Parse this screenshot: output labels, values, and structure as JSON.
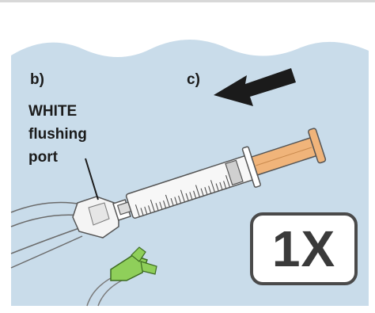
{
  "labels": {
    "step_b": "b)",
    "step_c": "c)",
    "port_line1": "WHITE",
    "port_line2": "flushing",
    "port_line3": "port"
  },
  "badge": {
    "text": "1X"
  },
  "icons": {
    "arrow": "direction-arrow-icon",
    "syringe": "syringe-icon",
    "white_port": "white-flushing-port-icon",
    "green_connector": "green-connector-icon"
  },
  "colors": {
    "water": "#c9dcea",
    "plunger": "#f0b47a",
    "green_connector": "#8fcf5a",
    "arrow": "#1b1b1b",
    "badge_border": "#4a4a4a"
  }
}
